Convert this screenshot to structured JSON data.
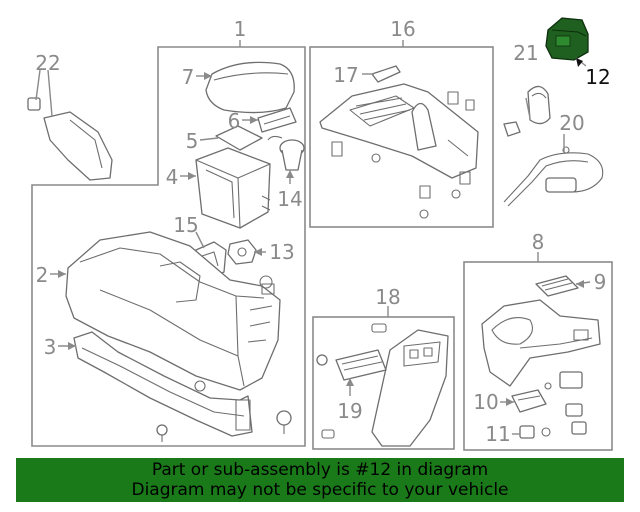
{
  "callouts": {
    "c1": "1",
    "c2": "2",
    "c3": "3",
    "c4": "4",
    "c5": "5",
    "c6": "6",
    "c7": "7",
    "c8": "8",
    "c9": "9",
    "c10": "10",
    "c11": "11",
    "c12": "12",
    "c13": "13",
    "c14": "14",
    "c15": "15",
    "c16": "16",
    "c17": "17",
    "c18": "18",
    "c19": "19",
    "c20": "20",
    "c21": "21",
    "c22": "22"
  },
  "highlight_callout": "12",
  "colors": {
    "banner_bg": "#1a7a1a",
    "line": "#8a8a8a",
    "highlight_part": "#1f5f1f"
  },
  "banner": {
    "line1": "Part or sub-assembly is #12 in diagram",
    "line2": "Diagram may not be specific to your vehicle"
  }
}
